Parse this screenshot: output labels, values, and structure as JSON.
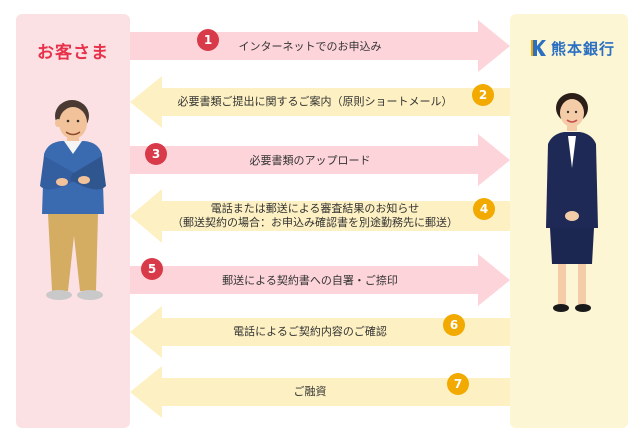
{
  "customer_label": "お客さま",
  "bank_label": "熊本銀行",
  "colors": {
    "pink_arrow": "#fcd4da",
    "yellow_arrow": "#fdf0c2",
    "red_badge": "#d93a49",
    "yellow_badge": "#f2a900",
    "bank_blue": "#2a6fc1",
    "customer_red": "#e8314a"
  },
  "steps": [
    {
      "number": "1",
      "direction": "to-bank",
      "lines": [
        "インターネットでのお申込み"
      ]
    },
    {
      "number": "2",
      "direction": "to-customer",
      "lines": [
        "必要書類ご提出に関するご案内（原則ショートメール）"
      ]
    },
    {
      "number": "3",
      "direction": "to-bank",
      "lines": [
        "必要書類のアップロード"
      ]
    },
    {
      "number": "4",
      "direction": "to-customer",
      "lines": [
        "電話または郵送による審査結果のお知らせ",
        "（郵送契約の場合：お申込み確認書を別途勤務先に郵送）"
      ]
    },
    {
      "number": "5",
      "direction": "to-bank",
      "lines": [
        "郵送による契約書への自署・ご捺印"
      ]
    },
    {
      "number": "6",
      "direction": "to-customer",
      "lines": [
        "電話によるご契約内容のご確認"
      ]
    },
    {
      "number": "7",
      "direction": "to-customer",
      "lines": [
        "ご融資"
      ]
    }
  ]
}
